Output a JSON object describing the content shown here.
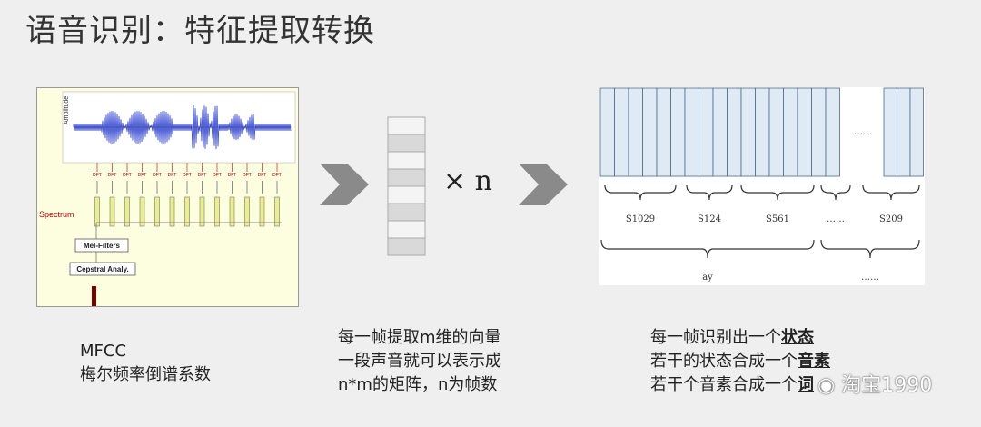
{
  "title": "语音识别：特征提取转换",
  "mfcc_figure": {
    "ylabel": "Amplitude",
    "spectrum_label": "Spectrum",
    "dft_label": "DFT",
    "mel_filters_label": "Mel-Filters",
    "cepstral_label": "Cepstral Analy."
  },
  "vector": {
    "times_n": "× n"
  },
  "frames_figure": {
    "dots_top": "……",
    "states": [
      "S1029",
      "S124",
      "S561",
      "……",
      "S209"
    ],
    "phonemes": [
      "ay",
      "……"
    ]
  },
  "captions": {
    "left": [
      "MFCC",
      "梅尔频率倒谱系数"
    ],
    "middle": [
      "每一帧提取m维的向量",
      "一段声音就可以表示成",
      "n*m的矩阵，n为帧数"
    ],
    "right": [
      {
        "pre": "每一帧识别出一个",
        "bold": "状态"
      },
      {
        "pre": "若干的状态合成一个",
        "bold": "音素"
      },
      {
        "pre": "若干个音素合成一个",
        "bold": "词"
      }
    ]
  },
  "watermark": "淘宝1990",
  "colors": {
    "arrow": "#8a8a8a",
    "frame_fill": "#dfeaf5",
    "frame_stroke": "#4a6a8a",
    "waveform": "#2b3fd0"
  }
}
